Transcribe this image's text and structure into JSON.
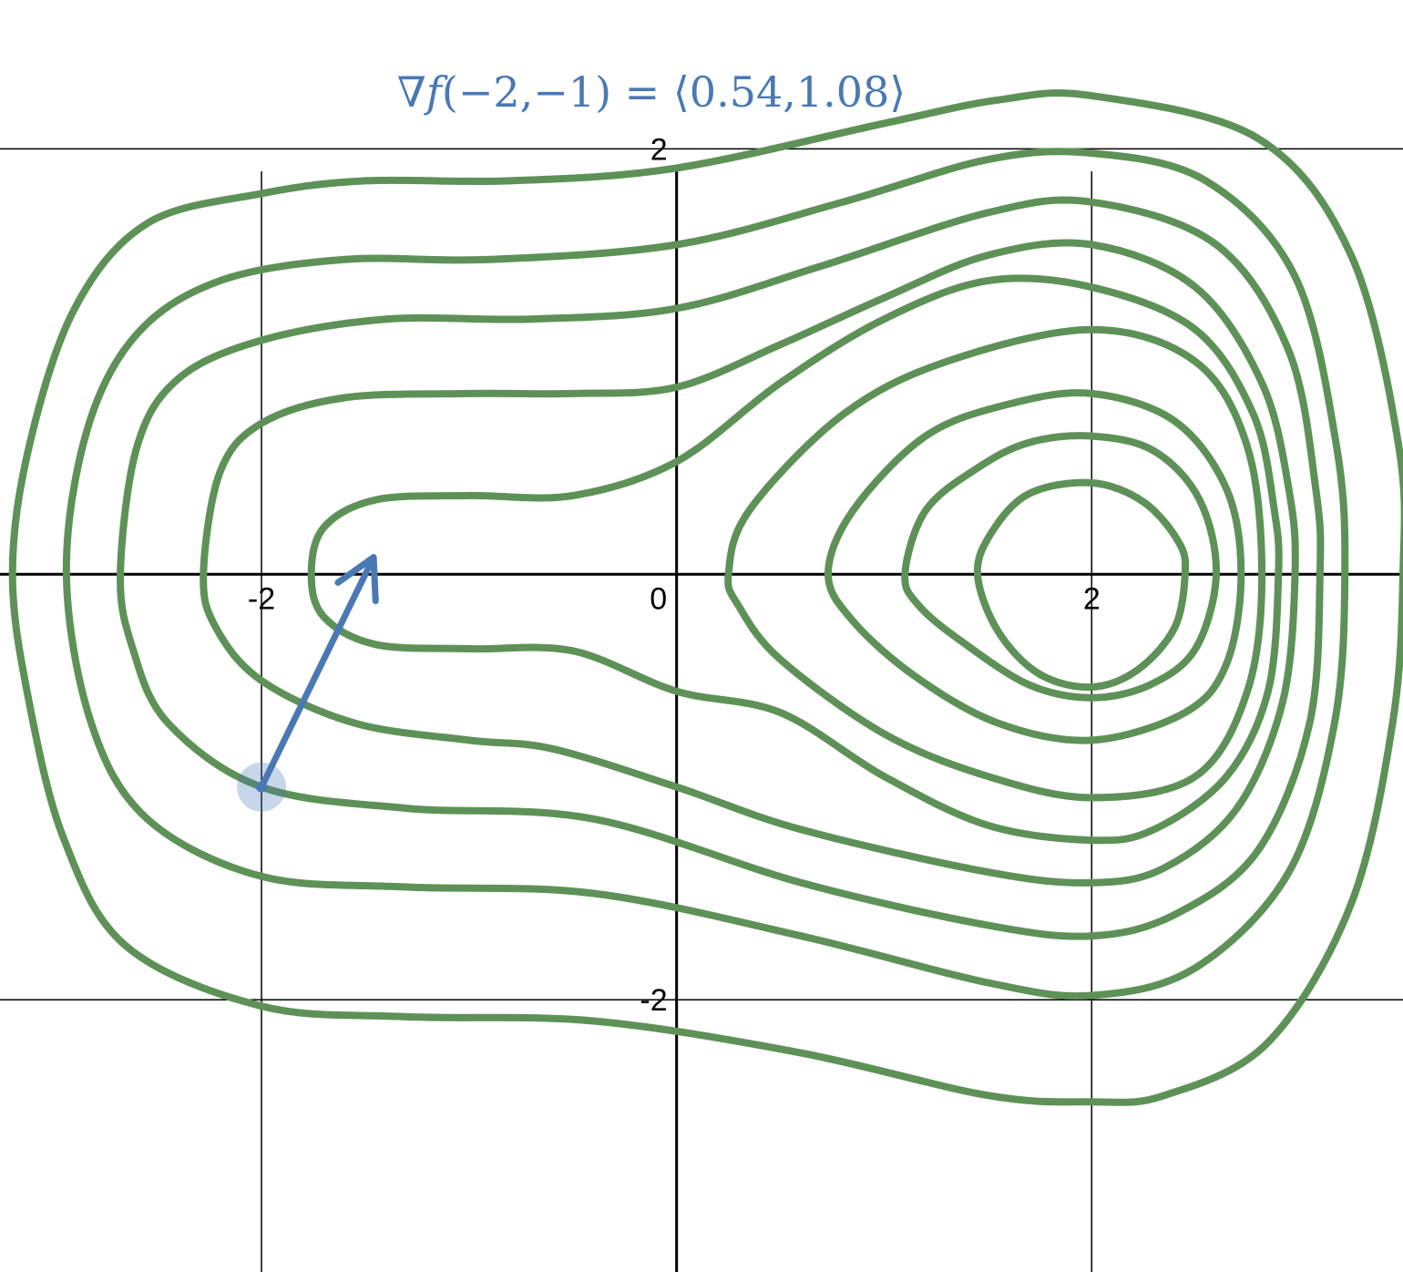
{
  "equation": {
    "nabla": "∇",
    "fn": "f",
    "point": "(−2,−1)",
    "eq_sign": " = ",
    "vector": "⟨0.54,1.08⟩"
  },
  "chart_data": {
    "type": "contour",
    "xlim": [
      -3.26,
      3.5
    ],
    "ylim": [
      -3.28,
      2.7
    ],
    "grid": true,
    "x_ticks": [
      {
        "value": -2,
        "label": "-2"
      },
      {
        "value": 0,
        "label": "0"
      },
      {
        "value": 2,
        "label": "2"
      }
    ],
    "y_ticks": [
      {
        "value": 2,
        "label": "2"
      },
      {
        "value": -2,
        "label": "-2"
      }
    ],
    "contour_color": "#5e9157",
    "vector_color": "#4a78b5",
    "point": {
      "x": -2,
      "y": -1
    },
    "gradient": {
      "x": 0.54,
      "y": 1.08
    },
    "contours": [
      [
        [
          -3.2,
          0
        ],
        [
          -3.12,
          0.6
        ],
        [
          -2.9,
          1.25
        ],
        [
          -2.55,
          1.65
        ],
        [
          -2.0,
          1.79
        ],
        [
          -1.5,
          1.85
        ],
        [
          -0.8,
          1.85
        ],
        [
          0,
          1.91
        ],
        [
          1.0,
          2.12
        ],
        [
          1.55,
          2.23
        ],
        [
          2.0,
          2.25
        ],
        [
          2.8,
          2.05
        ],
        [
          3.25,
          1.5
        ],
        [
          3.48,
          0.6
        ],
        [
          3.5,
          0
        ],
        [
          3.45,
          -0.7
        ],
        [
          3.25,
          -1.55
        ],
        [
          2.85,
          -2.2
        ],
        [
          2.35,
          -2.45
        ],
        [
          2.0,
          -2.48
        ],
        [
          1.5,
          -2.45
        ],
        [
          0.6,
          -2.25
        ],
        [
          -0.4,
          -2.1
        ],
        [
          -1.3,
          -2.08
        ],
        [
          -2.0,
          -2.03
        ],
        [
          -2.65,
          -1.75
        ],
        [
          -2.95,
          -1.25
        ],
        [
          -3.12,
          -0.6
        ],
        [
          -3.2,
          0
        ]
      ],
      [
        [
          -2.94,
          0
        ],
        [
          -2.84,
          0.68
        ],
        [
          -2.6,
          1.13
        ],
        [
          -2.2,
          1.38
        ],
        [
          -1.6,
          1.48
        ],
        [
          -0.9,
          1.48
        ],
        [
          0,
          1.55
        ],
        [
          0.8,
          1.75
        ],
        [
          1.5,
          1.95
        ],
        [
          2.0,
          1.98
        ],
        [
          2.55,
          1.85
        ],
        [
          2.98,
          1.4
        ],
        [
          3.18,
          0.6
        ],
        [
          3.22,
          0
        ],
        [
          3.17,
          -0.7
        ],
        [
          2.95,
          -1.4
        ],
        [
          2.5,
          -1.85
        ],
        [
          2.0,
          -1.98
        ],
        [
          1.5,
          -1.92
        ],
        [
          0.6,
          -1.7
        ],
        [
          -0.4,
          -1.5
        ],
        [
          -1.3,
          -1.47
        ],
        [
          -2.0,
          -1.42
        ],
        [
          -2.55,
          -1.15
        ],
        [
          -2.82,
          -0.7
        ],
        [
          -2.94,
          0
        ]
      ],
      [
        [
          -2.68,
          0
        ],
        [
          -2.6,
          0.6
        ],
        [
          -2.4,
          0.92
        ],
        [
          -2.0,
          1.1
        ],
        [
          -1.4,
          1.2
        ],
        [
          -0.7,
          1.2
        ],
        [
          0,
          1.25
        ],
        [
          0.7,
          1.45
        ],
        [
          1.5,
          1.7
        ],
        [
          2.0,
          1.75
        ],
        [
          2.6,
          1.55
        ],
        [
          2.95,
          1.05
        ],
        [
          3.08,
          0.4
        ],
        [
          3.1,
          0
        ],
        [
          3.05,
          -0.7
        ],
        [
          2.8,
          -1.3
        ],
        [
          2.4,
          -1.6
        ],
        [
          2.0,
          -1.7
        ],
        [
          1.5,
          -1.65
        ],
        [
          0.6,
          -1.45
        ],
        [
          -0.4,
          -1.15
        ],
        [
          -1.3,
          -1.1
        ],
        [
          -2.0,
          -1.0
        ],
        [
          -2.45,
          -0.7
        ],
        [
          -2.62,
          -0.35
        ],
        [
          -2.68,
          0
        ]
      ],
      [
        [
          -2.28,
          0
        ],
        [
          -2.2,
          0.48
        ],
        [
          -2.0,
          0.71
        ],
        [
          -1.6,
          0.83
        ],
        [
          -1.0,
          0.85
        ],
        [
          -0.5,
          0.85
        ],
        [
          0,
          0.88
        ],
        [
          0.5,
          1.08
        ],
        [
          1.0,
          1.3
        ],
        [
          1.5,
          1.5
        ],
        [
          2.0,
          1.55
        ],
        [
          2.5,
          1.35
        ],
        [
          2.82,
          0.9
        ],
        [
          2.95,
          0.4
        ],
        [
          2.98,
          0
        ],
        [
          2.92,
          -0.6
        ],
        [
          2.7,
          -1.1
        ],
        [
          2.35,
          -1.38
        ],
        [
          2.0,
          -1.45
        ],
        [
          1.5,
          -1.4
        ],
        [
          0.6,
          -1.2
        ],
        [
          0,
          -1.0
        ],
        [
          -0.6,
          -0.82
        ],
        [
          -1.0,
          -0.78
        ],
        [
          -1.55,
          -0.7
        ],
        [
          -2.0,
          -0.5
        ],
        [
          -2.22,
          -0.25
        ],
        [
          -2.28,
          0
        ]
      ],
      [
        [
          -1.76,
          0
        ],
        [
          -1.7,
          0.22
        ],
        [
          -1.45,
          0.35
        ],
        [
          -1.0,
          0.37
        ],
        [
          -0.5,
          0.37
        ],
        [
          0,
          0.53
        ],
        [
          0.5,
          0.9
        ],
        [
          1.0,
          1.2
        ],
        [
          1.5,
          1.38
        ],
        [
          2.0,
          1.35
        ],
        [
          2.5,
          1.15
        ],
        [
          2.78,
          0.75
        ],
        [
          2.88,
          0.3
        ],
        [
          2.9,
          0
        ],
        [
          2.85,
          -0.55
        ],
        [
          2.65,
          -0.95
        ],
        [
          2.3,
          -1.2
        ],
        [
          2.0,
          -1.25
        ],
        [
          1.5,
          -1.18
        ],
        [
          1.0,
          -0.95
        ],
        [
          0.5,
          -0.65
        ],
        [
          0,
          -0.55
        ],
        [
          -0.5,
          -0.36
        ],
        [
          -1.0,
          -0.35
        ],
        [
          -1.45,
          -0.33
        ],
        [
          -1.7,
          -0.2
        ],
        [
          -1.76,
          0
        ]
      ],
      [
        [
          0.25,
          0
        ],
        [
          0.35,
          0.3
        ],
        [
          0.8,
          0.75
        ],
        [
          1.3,
          1.0
        ],
        [
          2.0,
          1.15
        ],
        [
          2.5,
          1.0
        ],
        [
          2.75,
          0.6
        ],
        [
          2.82,
          0
        ],
        [
          2.75,
          -0.55
        ],
        [
          2.5,
          -0.95
        ],
        [
          2.0,
          -1.05
        ],
        [
          1.5,
          -0.95
        ],
        [
          1.0,
          -0.75
        ],
        [
          0.5,
          -0.4
        ],
        [
          0.3,
          -0.15
        ],
        [
          0.25,
          0
        ]
      ],
      [
        [
          0.73,
          0
        ],
        [
          0.85,
          0.3
        ],
        [
          1.2,
          0.65
        ],
        [
          1.6,
          0.8
        ],
        [
          2.0,
          0.85
        ],
        [
          2.4,
          0.72
        ],
        [
          2.65,
          0.4
        ],
        [
          2.72,
          0
        ],
        [
          2.65,
          -0.42
        ],
        [
          2.45,
          -0.65
        ],
        [
          2.0,
          -0.78
        ],
        [
          1.55,
          -0.7
        ],
        [
          1.15,
          -0.48
        ],
        [
          0.85,
          -0.22
        ],
        [
          0.73,
          0
        ]
      ],
      [
        [
          1.1,
          0
        ],
        [
          1.2,
          0.3
        ],
        [
          1.45,
          0.5
        ],
        [
          1.7,
          0.62
        ],
        [
          2.0,
          0.65
        ],
        [
          2.3,
          0.58
        ],
        [
          2.52,
          0.35
        ],
        [
          2.6,
          0
        ],
        [
          2.5,
          -0.35
        ],
        [
          2.28,
          -0.52
        ],
        [
          2.0,
          -0.58
        ],
        [
          1.7,
          -0.52
        ],
        [
          1.38,
          -0.32
        ],
        [
          1.17,
          -0.15
        ],
        [
          1.1,
          0
        ]
      ],
      [
        [
          1.45,
          0
        ],
        [
          1.52,
          0.2
        ],
        [
          1.7,
          0.38
        ],
        [
          2.0,
          0.43
        ],
        [
          2.25,
          0.34
        ],
        [
          2.42,
          0.15
        ],
        [
          2.45,
          0
        ],
        [
          2.4,
          -0.25
        ],
        [
          2.22,
          -0.45
        ],
        [
          2.0,
          -0.53
        ],
        [
          1.75,
          -0.47
        ],
        [
          1.55,
          -0.27
        ],
        [
          1.45,
          0
        ]
      ]
    ]
  }
}
